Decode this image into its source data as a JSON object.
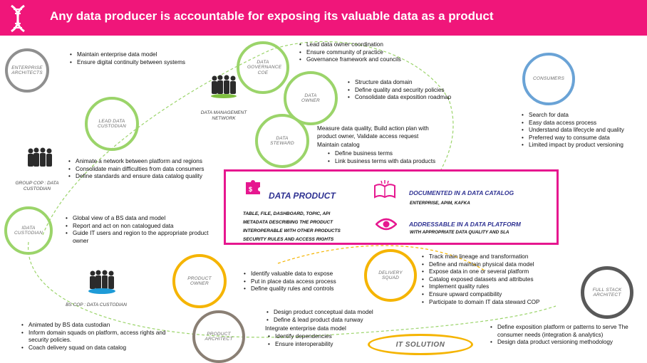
{
  "header": {
    "title": "Any data producer is accountable for exposing its valuable data as a product",
    "logo_icon": "dna-icon",
    "background": "#f0167a"
  },
  "circles": {
    "enterprise_architects": "ENTERPRISE ARCHITECTS",
    "data_governance_coe": "DATA GOVERNANCE COE",
    "data_owner": "DATA OWNER",
    "data_steward": "DATA STEWARD",
    "consumers": "CONSUMERS",
    "lead_data_custodian": "LEAD DATA CUSTODIAN",
    "idata_custodian": "IDATA CUSTODIAN",
    "product_owner": "PRODUCT OWNER",
    "delivery_squad": "DELIVERY SQUAD",
    "product_architect": "PRODUCT ARCHITECT",
    "full_stack_architect": "FULL STACK ARCHITECT"
  },
  "groups": {
    "data_management_network": "DATA MANAGEMENT NETWORK",
    "group_cop": "GROUP COP : DATA CUSTODIAN",
    "bs_cop": "BS COP : DATA CUSTODIAN"
  },
  "enterprise_architects_bullets": [
    "Maintain enterprise data model",
    "Ensure digital continuity  between systems"
  ],
  "governance_bullets": [
    "Lead data owner coordination",
    "Ensure community of practice",
    "Governance framework and councils"
  ],
  "data_owner_bullets": [
    "Structure  data domain",
    "Define quality and security policies",
    "Consolidate data exposition roadmap"
  ],
  "data_steward_text": {
    "line1": "Measure data quality, Build action plan with",
    "line2": "product owner, Validate access request",
    "line3": "Maintain catalog",
    "bullets": [
      "Define business terms",
      "Link business terms with data products"
    ]
  },
  "consumers_bullets": [
    "Search for data",
    "Easy data access process",
    "Understand data lifecycle and quality",
    "Preferred way to consume data",
    "Limited impact by product versioning"
  ],
  "lead_custodian_bullets": [
    "Animate a network between platform and regions",
    "Consolidate main difficulties from data consumers",
    "Define standards and ensure data catalog quality"
  ],
  "idata_custodian_bullets": [
    "Global view of a BS data and model",
    "Report and act on non catalogued data",
    "Guide IT  users and region to the appropriate product owner"
  ],
  "data_product": {
    "title": "DATA PRODUCT",
    "lines": [
      "TABLE, FILE, DASHBOARD, TOPIC, API",
      "METADATA DESCRIBING THE PRODUCT",
      "INTEROPERABLE WITH OTHER PRODUCTS",
      "SECURITY RULES AND ACCESS RIGHTS"
    ],
    "catalog_title": "DOCUMENTED IN A DATA CATALOG",
    "catalog_sub": "ENTERPRISE, APIM, KAFKA",
    "platform_title": "ADDRESSABLE IN A DATA PLATFORM",
    "platform_sub": "WITH APPROPRIATE DATA QUALITY AND SLA",
    "puzzle_icon": "puzzle-icon",
    "book_icon": "open-book-icon",
    "eye_icon": "eye-icon",
    "accent": "#e6178f",
    "title_color": "#2e3192"
  },
  "product_owner_bullets": [
    "Identify valuable data to expose",
    "Put in place data access process",
    "Define quality rules and controls"
  ],
  "delivery_squad_bullets": [
    "Track main lineage and transformation",
    "Define and maintain physical data model",
    "Expose data in one or several platform",
    "Catalog exposed datasets and attributes",
    "Implement quality rules",
    "Ensure upward compatibility",
    "Participate to domain IT data steward COP"
  ],
  "bs_custodian_bullets": [
    "Animated by BS  data custodian",
    "Inform domain squads on platform, access rights and security policies.",
    "Coach delivery squad on data catalog"
  ],
  "product_architect_text": {
    "bullets_a": [
      "Design product conceptual data model",
      "Define & lead product data runway"
    ],
    "line": "Integrate enterprise data model",
    "bullets_b": [
      "Identify dependencies",
      "Ensure interoperability"
    ]
  },
  "it_solution": "IT SOLUTION",
  "full_stack_bullets": [
    "Define exposition platform or patterns to serve The consumer needs (integration & analytics)",
    "Design data product versioning methodology"
  ]
}
